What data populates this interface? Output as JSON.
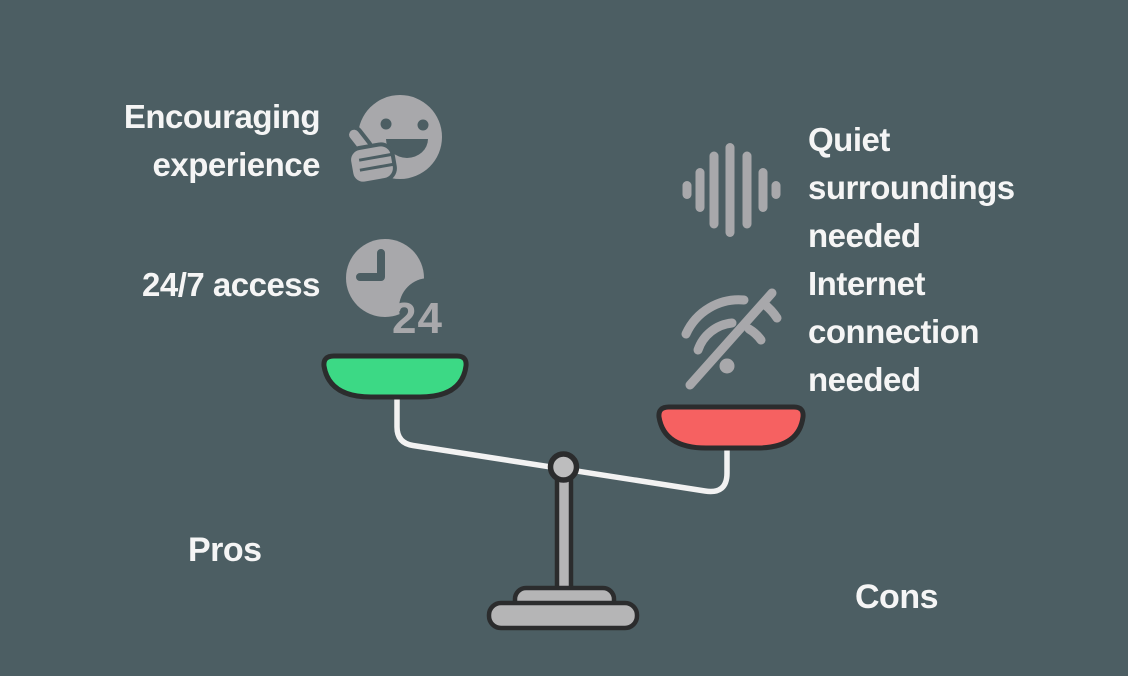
{
  "colors": {
    "bg": "#4c5e63",
    "text": "#f5f5f5",
    "icon": "#a8a8ab",
    "metal": "#b5b5b6",
    "metal-light": "#bdbdbe",
    "outline": "#2b2c2d",
    "beam": "#f2f2f2",
    "green": "#3cd985",
    "red": "#f66161"
  },
  "pros": {
    "title": "Pros",
    "items": [
      {
        "label": "Encouraging experience",
        "icon": "thumbs-up-smiley-icon"
      },
      {
        "label": "24/7 access",
        "icon": "clock-24-icon"
      }
    ]
  },
  "cons": {
    "title": "Cons",
    "items": [
      {
        "label": "Quiet surroundings needed",
        "icon": "sound-wave-icon"
      },
      {
        "label": "Internet connection needed",
        "icon": "wifi-off-icon"
      }
    ]
  },
  "clock_badge": "24",
  "scale": {
    "left_pan": {
      "side": "pros",
      "color": "#3cd985",
      "position": "raised"
    },
    "right_pan": {
      "side": "cons",
      "color": "#f66161",
      "position": "lowered"
    }
  }
}
